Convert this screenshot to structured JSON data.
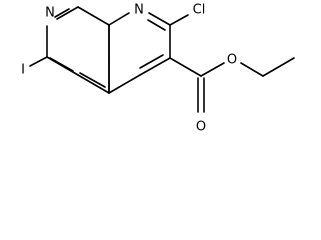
{
  "structure": {
    "atoms": {
      "n1": "N",
      "n8": "N",
      "cl": "Cl",
      "iodo": "I",
      "o_ether": "O",
      "o_carbonyl": "O"
    },
    "colors": {
      "ink": "#000000",
      "background": "#ffffff"
    }
  }
}
